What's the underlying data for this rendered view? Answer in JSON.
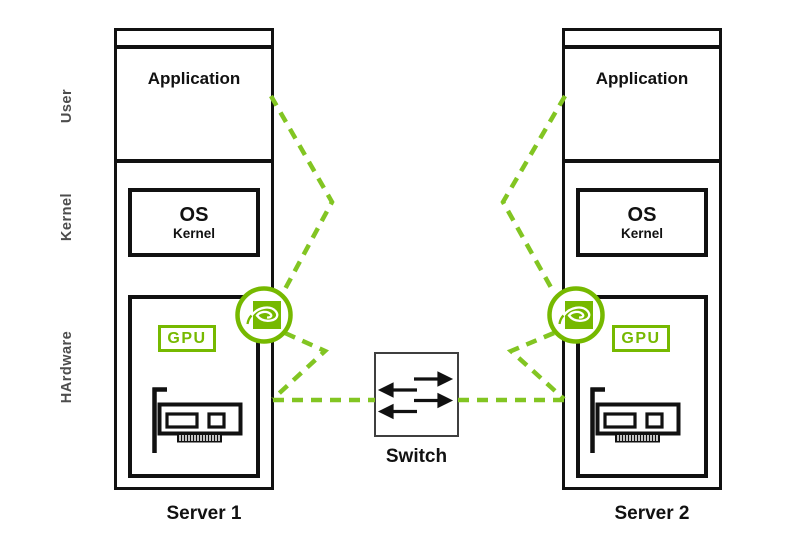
{
  "colors": {
    "nvidia_green": "#76B900",
    "dash_green": "#82C522",
    "ink": "#111111",
    "switch_border": "#3f3f3f",
    "side_label_gray": "#4d4d4d"
  },
  "side_labels": [
    {
      "label": "User"
    },
    {
      "label": "Kernel"
    },
    {
      "label": "HArdware"
    }
  ],
  "servers": [
    {
      "name": "Server 1",
      "application": "Application",
      "os": "OS",
      "kernel": "Kernel",
      "gpu": "GPU"
    },
    {
      "name": "Server 2",
      "application": "Application",
      "os": "OS",
      "kernel": "Kernel",
      "gpu": "GPU"
    }
  ],
  "switch": {
    "label": "Switch"
  },
  "icons": {
    "nvidia_logo": "nvidia-eye-logo",
    "pci_card": "pci-card-icon",
    "switch_arrows": "bidirectional-arrows-icon"
  }
}
